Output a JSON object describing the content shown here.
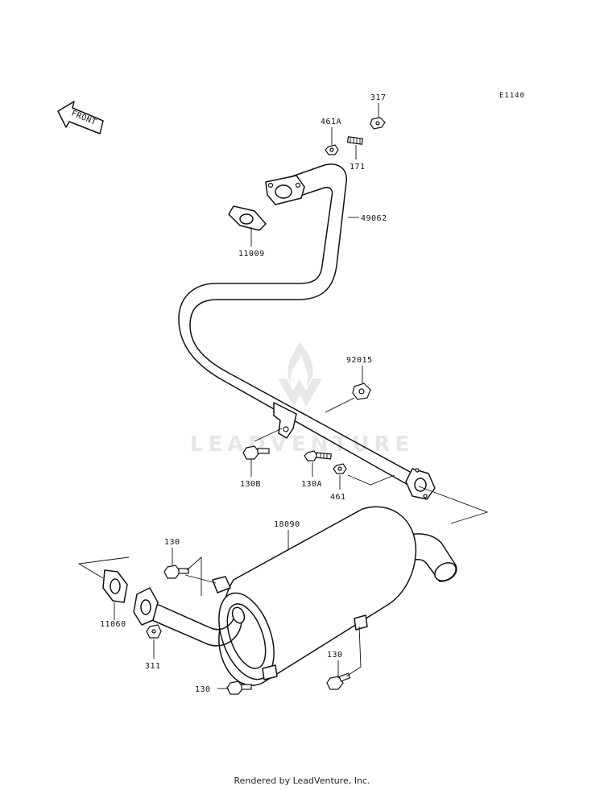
{
  "diagram_code": "E1140",
  "front_label": "FRONT",
  "watermark": "LEADVENTURE",
  "footer": "Rendered by LeadVenture, Inc.",
  "parts": {
    "p317": "317",
    "p461A": "461A",
    "p171": "171",
    "p49062": "49062",
    "p11009": "11009",
    "p92015": "92015",
    "p130B": "130B",
    "p130A": "130A",
    "p461": "461",
    "p18090": "18090",
    "p130_top": "130",
    "p11060": "11060",
    "p311": "311",
    "p130_right": "130",
    "p130_bottom": "130"
  }
}
